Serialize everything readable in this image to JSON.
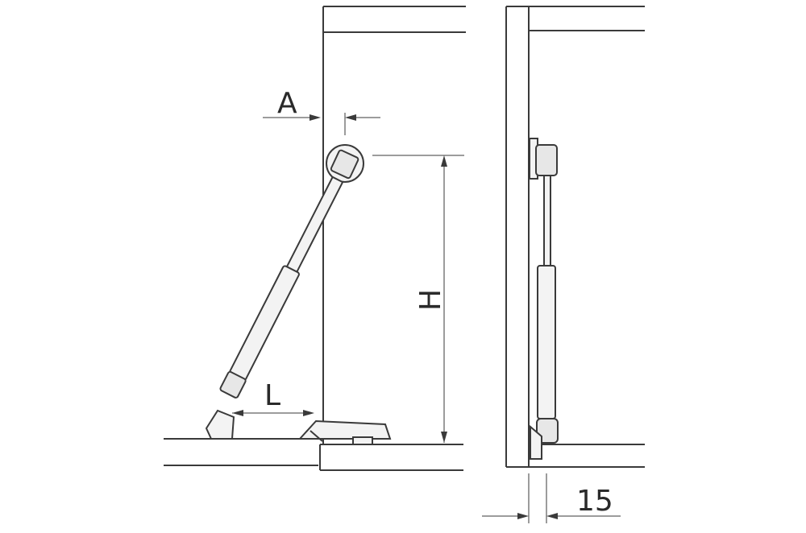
{
  "labels": {
    "a": "A",
    "h": "H",
    "l": "L",
    "offset": "15"
  },
  "colors": {
    "line": "#3a3a3a",
    "part_fill": "#f3f3f3",
    "background": "#ffffff"
  }
}
